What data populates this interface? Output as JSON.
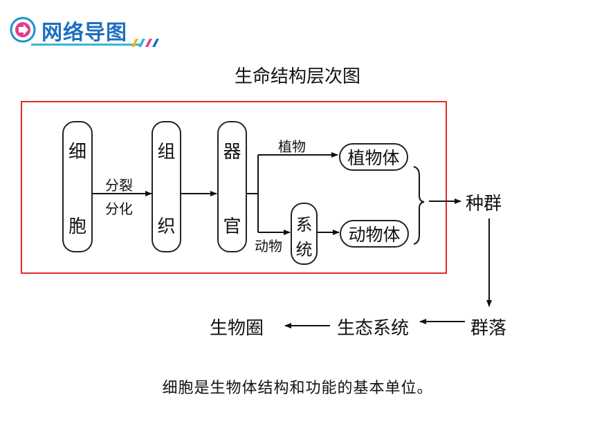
{
  "header": {
    "title": "网络导图"
  },
  "diagram": {
    "title": "生命结构层次图",
    "nodes": {
      "cell": [
        "细",
        "胞"
      ],
      "tissue": [
        "组",
        "织"
      ],
      "organ": [
        "器",
        "官"
      ],
      "system": [
        "系",
        "统"
      ],
      "plant_body": "植物体",
      "animal_body": "动物体",
      "population": "种群",
      "community": "群落",
      "ecosystem": "生态系统",
      "biosphere": "生物圈"
    },
    "edge_labels": {
      "division": "分裂",
      "differentiation": "分化",
      "plant": "植物",
      "animal": "动物"
    }
  },
  "caption": "细胞是生物体结构和功能的基本单位。",
  "colors": {
    "frame": "#e12b2b",
    "header": "#1c6fbf",
    "header_line": "#35b6d8"
  }
}
